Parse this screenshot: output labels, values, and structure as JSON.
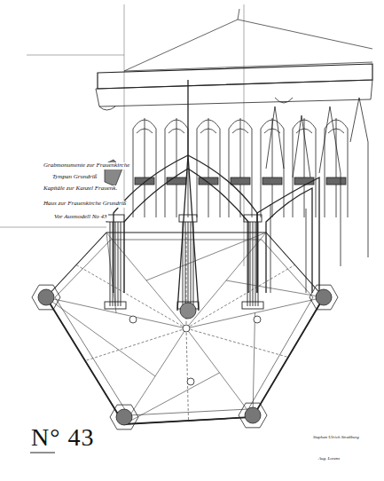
{
  "diagram": {
    "labels": [
      "Grabmonumente zur Frauenkirche",
      "Tympan Grundriß",
      "Kapitäle zur Kanzel Frauenk.",
      "Haus zur Frauenkirche Grundriß",
      "Vor Ausmodell No 43",
      "N° 43",
      "Stephan Ulrich Straßburg",
      "Aug. Lorenz"
    ]
  }
}
